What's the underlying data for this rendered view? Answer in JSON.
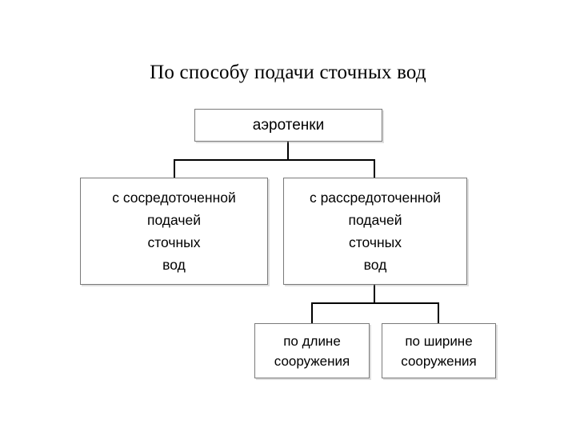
{
  "slide": {
    "title": "По способу подачи сточных вод",
    "background_color": "#ffffff",
    "text_color": "#000000",
    "box_border_color": "#7a7a7a",
    "connector_color": "#000000"
  },
  "diagram": {
    "type": "tree",
    "root": {
      "id": "aerotanks",
      "label": "аэротенки"
    },
    "level2": [
      {
        "id": "concentrated-supply",
        "lines": [
          "с сосредоточенной",
          "подачей",
          "сточных",
          "вод"
        ]
      },
      {
        "id": "distributed-supply",
        "lines": [
          "с рассредоточенной",
          "подачей",
          "сточных",
          "вод"
        ]
      }
    ],
    "level3": [
      {
        "id": "by-length",
        "lines": [
          "по длине",
          "сооружения"
        ]
      },
      {
        "id": "by-width",
        "lines": [
          "по ширине",
          "сооружения"
        ]
      }
    ]
  }
}
